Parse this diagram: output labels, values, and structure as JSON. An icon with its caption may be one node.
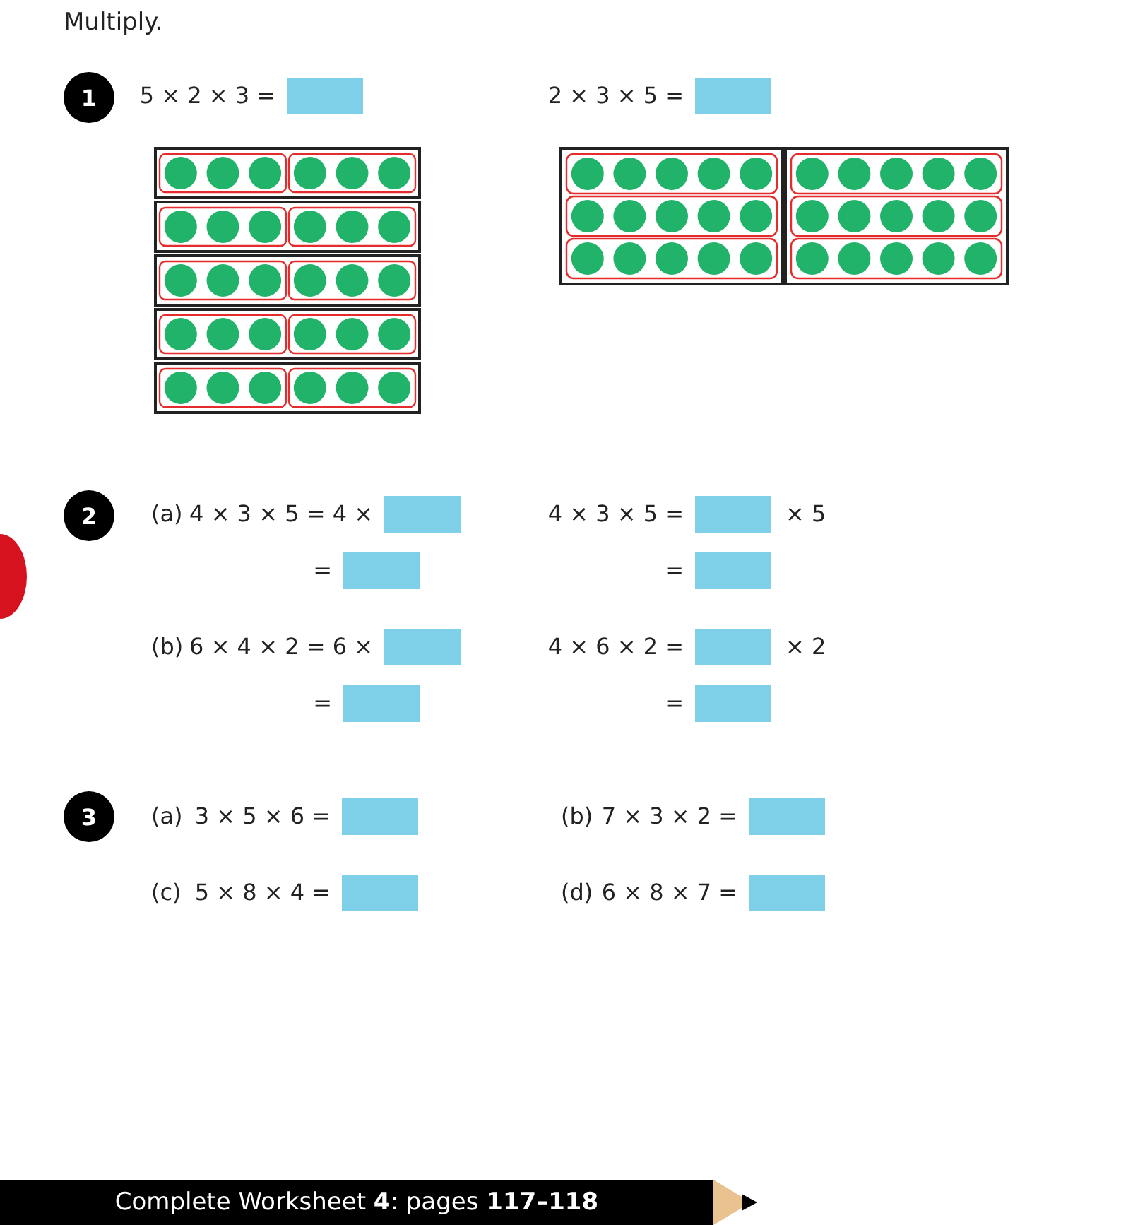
{
  "diagram": {
    "title": "Multiply.",
    "nodes": [
      {
        "text": [
          "1"
        ]
      },
      {
        "text": [
          "2"
        ]
      },
      {
        "text": [
          "3"
        ]
      },
      {
        "text": [
          "Complete Worksheet **4**: pages **117–118**"
        ]
      }
    ],
    "labels": [
      "5 × 2 × 3 =",
      "2 × 3 × 5 =",
      "(a)",
      "4 × 3 × 5 = 4 ×",
      "4 × 3 × 5 =",
      "× 5",
      "=",
      "=",
      "(b)",
      "6 × 4 × 2 = 6 ×",
      "4 × 6 × 2 =",
      "× 2",
      "=",
      "=",
      "(a)",
      "3 × 5 × 6 =",
      "(b)",
      "7 × 3 × 2 =",
      "(c)",
      "5 × 8 × 4 =",
      "(d)",
      "6 × 8 × 7 ="
    ]
  }
}
